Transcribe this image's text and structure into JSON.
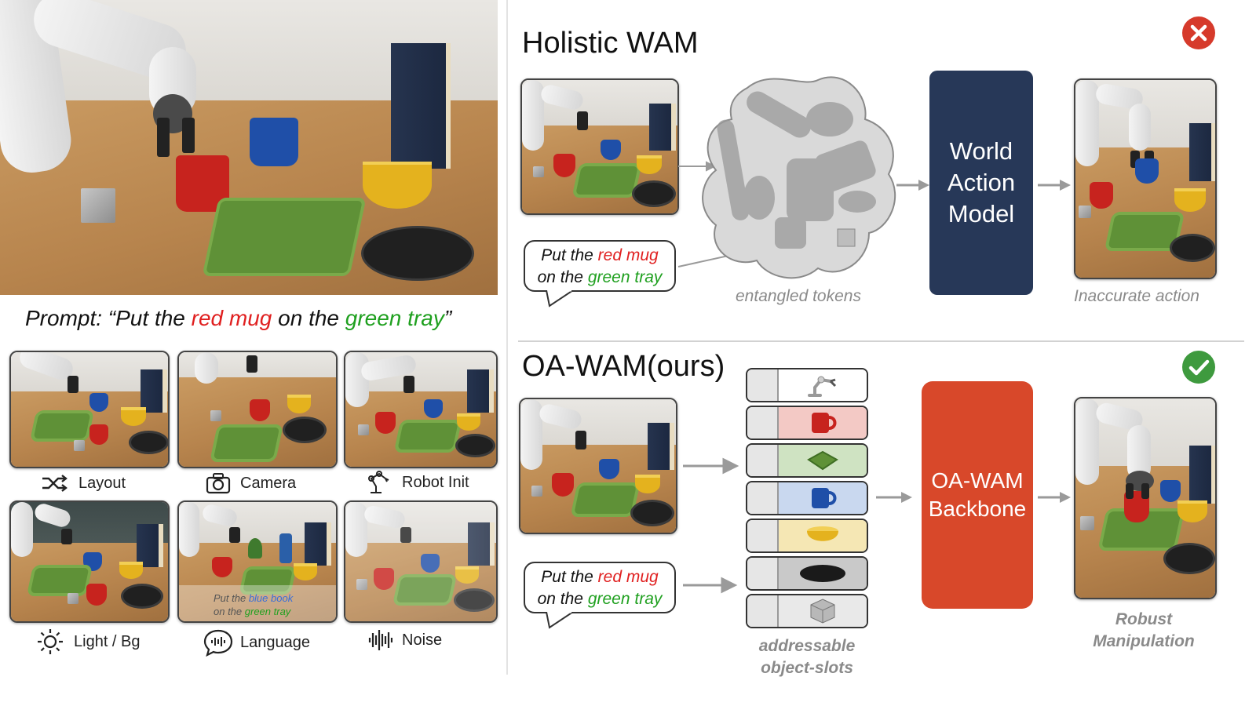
{
  "left": {
    "prompt": {
      "prefix": "Prompt: “Put the ",
      "red": "red mug",
      "middle": " on the ",
      "green": "green tray",
      "suffix": "”"
    },
    "variations": [
      {
        "label": "Layout",
        "icon": "shuffle-icon"
      },
      {
        "label": "Camera",
        "icon": "camera-icon"
      },
      {
        "label": "Robot Init",
        "icon": "robot-arm-icon"
      },
      {
        "label": "Light / Bg",
        "icon": "sun-icon"
      },
      {
        "label": "Language",
        "icon": "speech-icon"
      },
      {
        "label": "Noise",
        "icon": "noise-icon"
      }
    ],
    "language_overlay": {
      "line1_prefix": "Put the ",
      "line1_colored": "blue book",
      "line2_prefix": "on the ",
      "line2_colored": "green tray"
    }
  },
  "holistic": {
    "title": "Holistic WAM",
    "status_icon": "cross-icon",
    "status_color": "#d63a2b",
    "bubble": {
      "line1_prefix": "Put the ",
      "line1_red": "red mug",
      "line2_prefix": "on the ",
      "line2_green": "green tray"
    },
    "tokens_caption": "entangled tokens",
    "model_box": [
      "World",
      "Action",
      "Model"
    ],
    "model_color": "#273858",
    "result_caption": "Inaccurate action"
  },
  "ours": {
    "title": "OA-WAM(ours)",
    "status_icon": "check-icon",
    "status_color": "#3e9a3e",
    "bubble": {
      "line1_prefix": "Put the ",
      "line1_red": "red mug",
      "line2_prefix": "on the ",
      "line2_green": "green tray"
    },
    "slots": [
      {
        "name": "robot",
        "color": "#ffffff"
      },
      {
        "name": "red-mug",
        "color": "#f3c9c5"
      },
      {
        "name": "green-tray",
        "color": "#cfe3c2"
      },
      {
        "name": "blue-mug",
        "color": "#c9d8ef"
      },
      {
        "name": "yellow-bowl",
        "color": "#f5e7b4"
      },
      {
        "name": "black-plate",
        "color": "#c9c9c9"
      },
      {
        "name": "cube",
        "color": "#e9e9e9"
      }
    ],
    "slots_caption": [
      "addressable",
      "object-slots"
    ],
    "backbone_box": [
      "OA-WAM",
      "Backbone"
    ],
    "backbone_color": "#d8482a",
    "result_caption": [
      "Robust",
      "Manipulation"
    ]
  }
}
